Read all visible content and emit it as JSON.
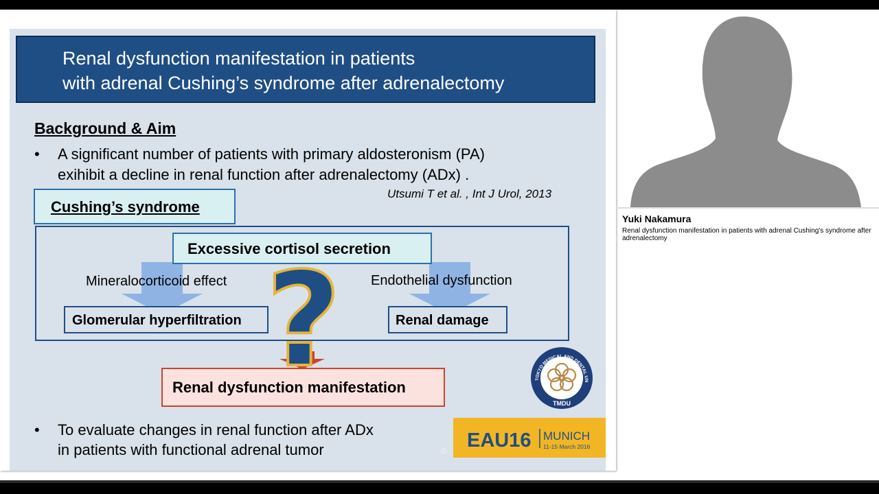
{
  "slide": {
    "title_line1": "Renal dysfunction manifestation in patients",
    "title_line2": "with adrenal Cushing’s syndrome after adrenalectomy",
    "background_heading": "Background & Aim",
    "bullet_char": "•",
    "bullet1_line1": "A significant number of patients with primary aldosteronism (PA)",
    "bullet1_line2": "exihibit a decline in renal function after adrenalectomy (ADx) .",
    "citation": "Utsumi T et al. , Int J Urol, 2013",
    "cushing_label": "Cushing’s syndrome",
    "cortisol_label": "Excessive cortisol secretion",
    "mineralocorticoid_label": "Mineralocorticoid effect",
    "endothelial_label": "Endothelial dysfunction",
    "glomerular_label": "Glomerular hyperfiltration",
    "renal_damage_label": "Renal damage",
    "question_mark": "?",
    "renal_dysfunction_label": "Renal dysfunction manifestation",
    "bullet2_line1": "To evaluate changes in renal function after ADx",
    "bullet2_line2": "in patients with functional adrenal tumor",
    "seal_text": "TOKYO MEDICAL AND DENTAL UNIVERSITY",
    "seal_abbr": "TMDU",
    "eau_text": "EAU16",
    "eau_city": "MUNICH",
    "eau_dates": "11-15 March 2016",
    "copyright": "©"
  },
  "speaker": {
    "name": "Yuki Nakamura",
    "description": "Renal dysfunction manifestation in patients with adrenal Cushing's syndrome after adrenalectomy"
  },
  "colors": {
    "title_bg": "#1f4e85",
    "slide_bg": "#d9e1ea",
    "arrow_blue": "#8fb4e3",
    "box_cyan": "#d9f0f3",
    "renal_box": "#fbe2de",
    "red_accent": "#c9432d",
    "eau_yellow": "#f2b624",
    "silhouette_gray": "#8c8c8c"
  }
}
